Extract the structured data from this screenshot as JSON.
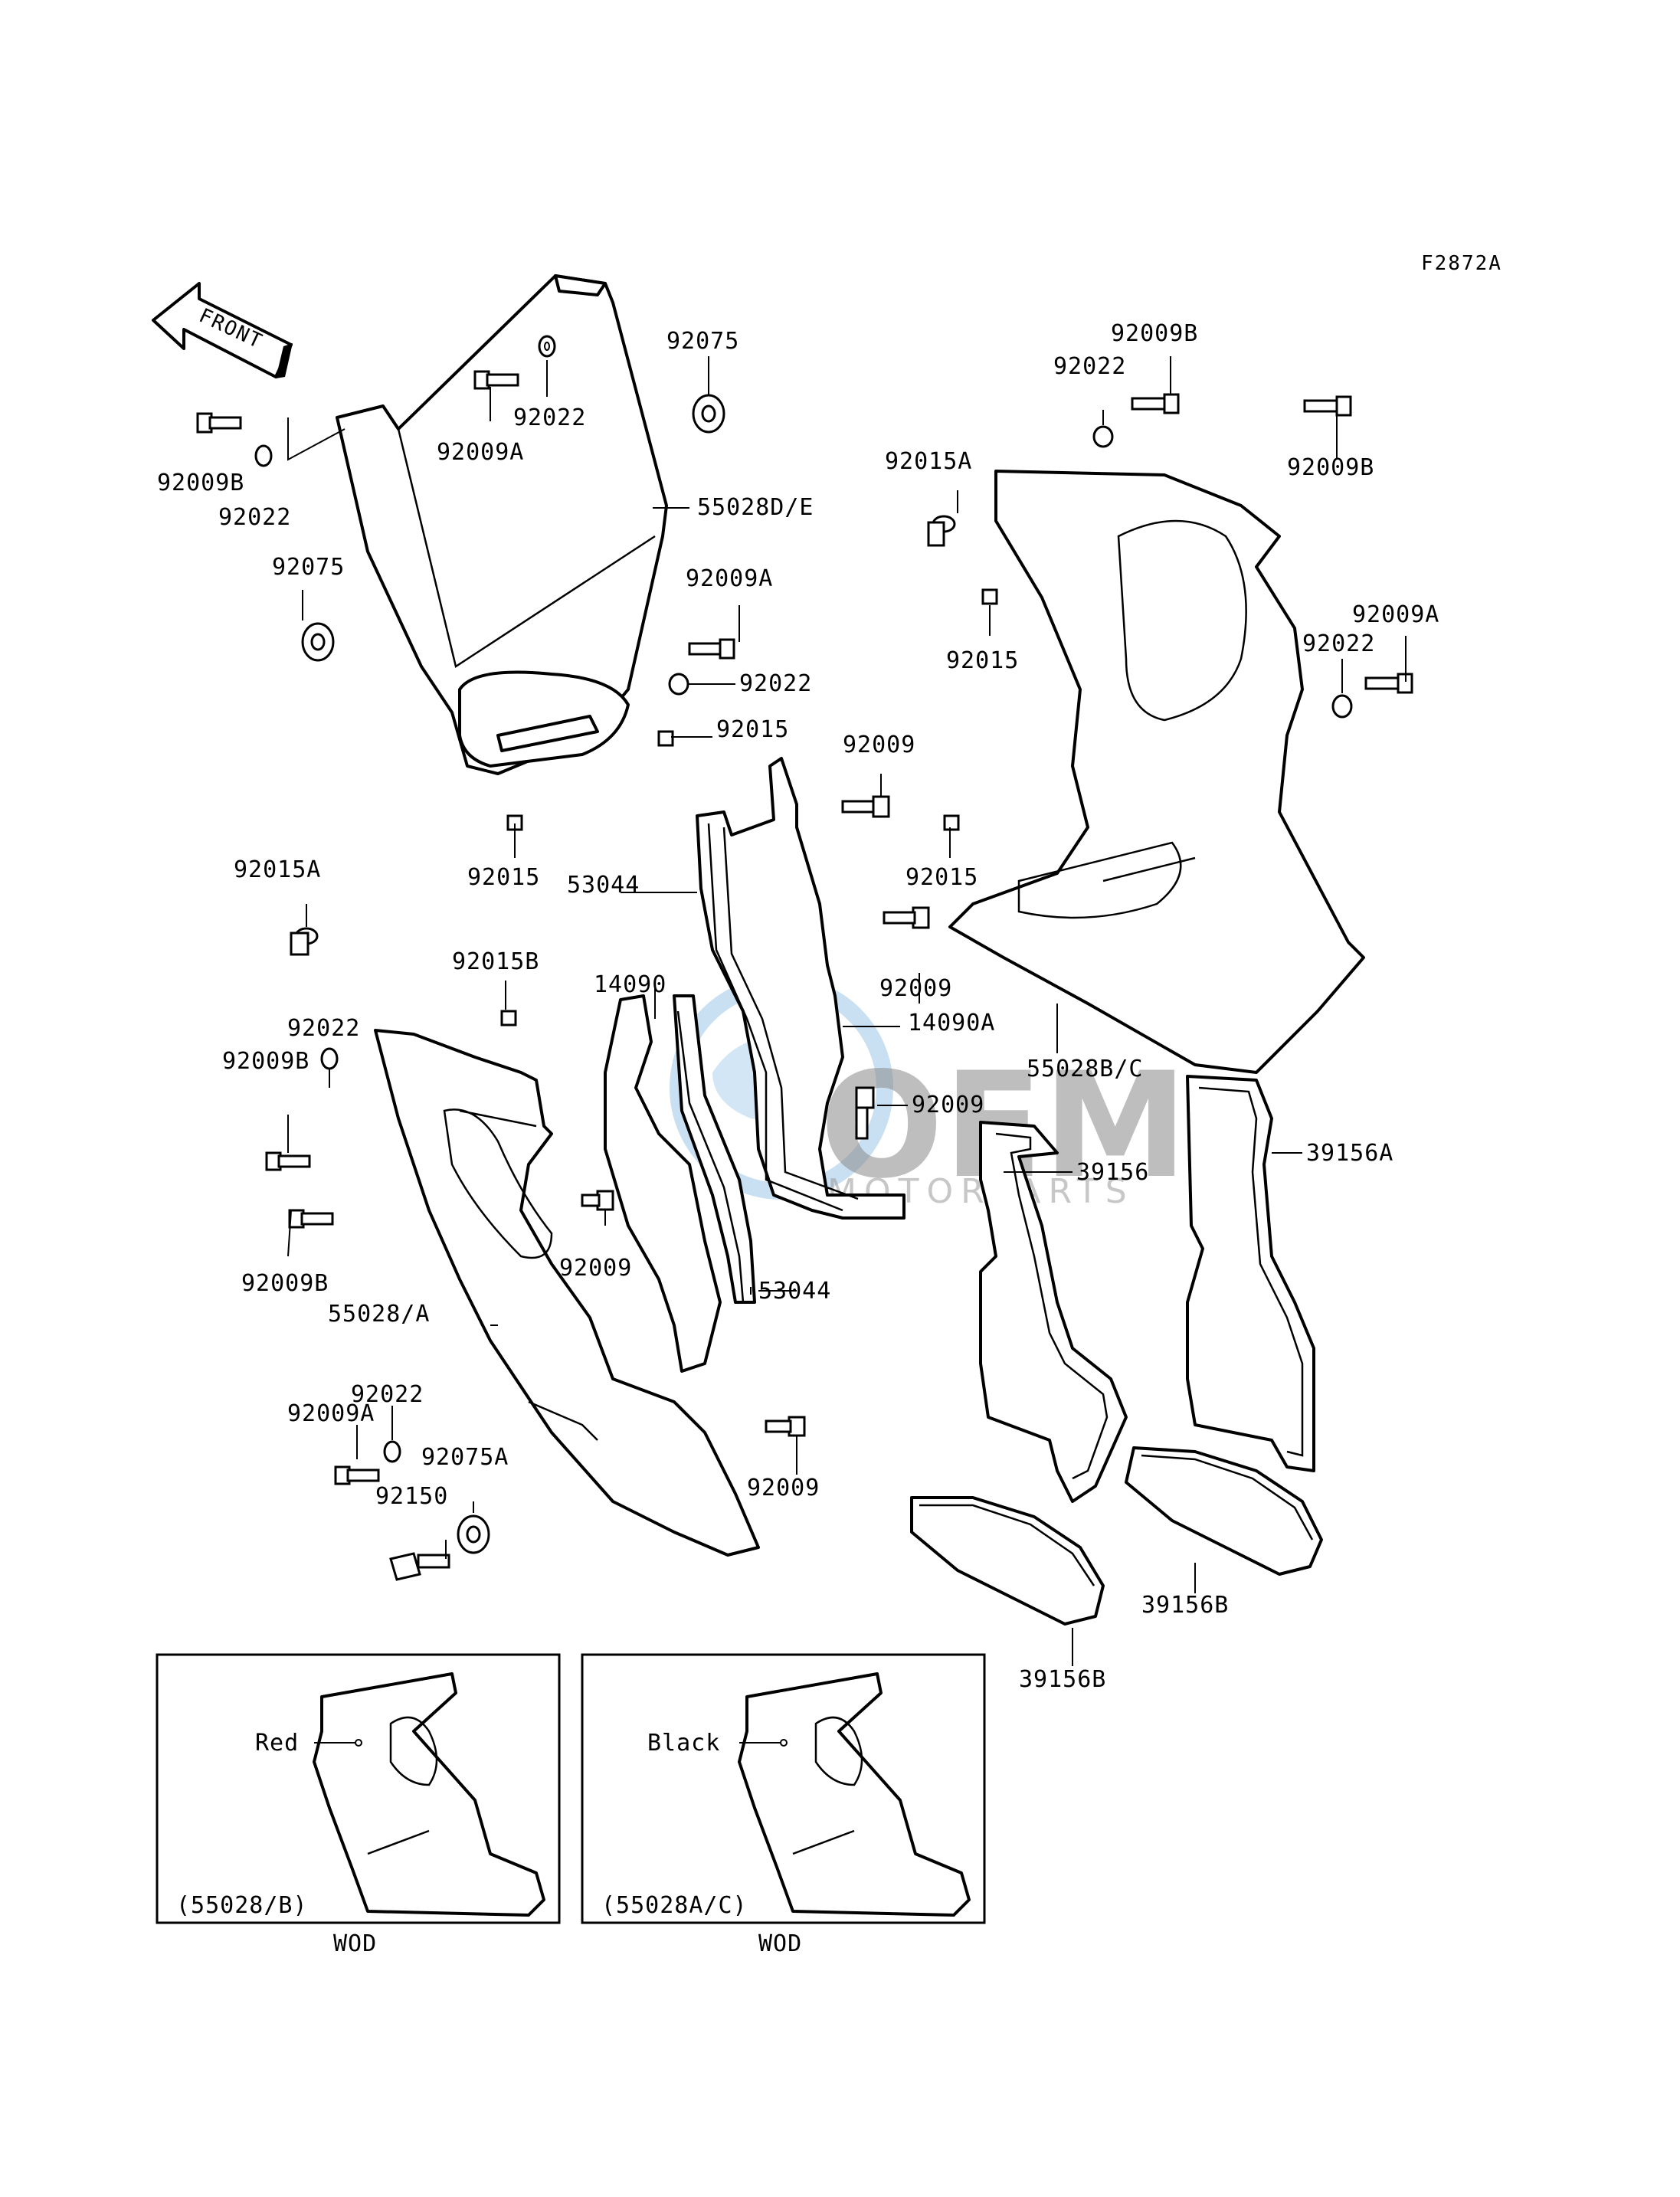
{
  "figure_code": "F2872A",
  "front_arrow_label": "FRONT",
  "watermark": {
    "brand": "OEM",
    "sub": "MOTORPARTS"
  },
  "callouts": {
    "c01": "92075",
    "c02": "92022",
    "c03": "92009A",
    "c04": "92009B",
    "c05": "92022",
    "c06": "55028D/E",
    "c07": "92075",
    "c08": "92009A",
    "c09": "92022",
    "c10": "92015",
    "c11": "92015",
    "c12": "92009B",
    "c13": "92022",
    "c14": "92009B",
    "c15": "92015A",
    "c16": "92015",
    "c17": "92009A",
    "c18": "92022",
    "c19": "92009",
    "c20": "92015",
    "c21": "53044",
    "c22": "92015A",
    "c23": "92015B",
    "c24": "92022",
    "c25": "92009B",
    "c26": "14090",
    "c27": "92009",
    "c28": "14090A",
    "c29": "55028B/C",
    "c30": "92009",
    "c31": "39156",
    "c32": "39156A",
    "c33": "92009B",
    "c34": "92009",
    "c35": "53044",
    "c36": "55028/A",
    "c37": "92022",
    "c38": "92009A",
    "c39": "92075A",
    "c40": "92150",
    "c41": "92009",
    "c42": "39156B",
    "c43": "39156B"
  },
  "inset_left": {
    "color": "Red",
    "ref": "(55028/B)",
    "note": "WOD"
  },
  "inset_right": {
    "color": "Black",
    "ref": "(55028A/C)",
    "note": "WOD"
  }
}
